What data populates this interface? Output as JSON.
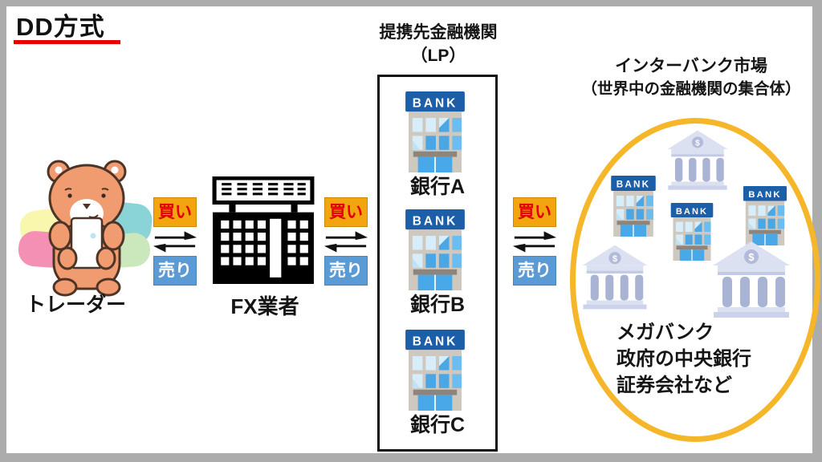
{
  "title": {
    "text": "DD方式"
  },
  "trader": {
    "label": "トレーダー"
  },
  "fx": {
    "label": "FX業者"
  },
  "flow": {
    "buy": "買い",
    "sell": "売り"
  },
  "lp": {
    "heading1": "提携先金融機関",
    "heading2": "（LP）",
    "banks": [
      "銀行A",
      "銀行B",
      "銀行C"
    ],
    "bank_sign_text": "BANK"
  },
  "interbank": {
    "heading1": "インターバンク市場",
    "heading2": "（世界中の金融機関の集合体）",
    "members": [
      "メガバンク",
      "政府の中央銀行",
      "証券会社など"
    ]
  },
  "icons": {
    "trader": "bear-with-smartphone-icon",
    "fx": "office-building-icon",
    "lp_bank": "bank-storefront-icon",
    "interbank_bank": "classical-bank-icon",
    "arrows": "two-way-exchange-arrows-icon"
  },
  "colors": {
    "buy_bg": "#F2A50F",
    "buy_text": "#E20000",
    "sell_bg": "#5B9BD5",
    "sell_text": "#FFFFFF",
    "underline": "#E60000",
    "ellipse": "#F5B729",
    "bank_sign": "#1C5EA8",
    "fx_pictogram": "#000000"
  }
}
